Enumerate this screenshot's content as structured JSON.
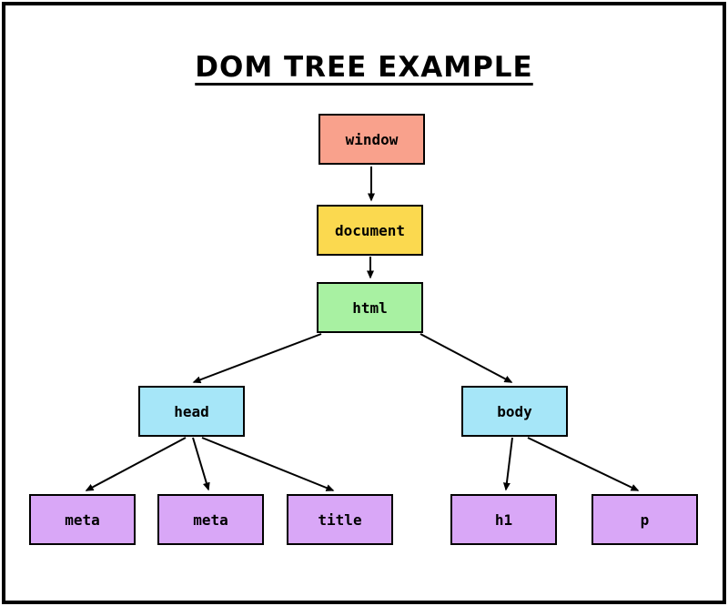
{
  "title": "DOM TREE EXAMPLE",
  "colors": {
    "window": "#F9A18C",
    "document": "#FBD94F",
    "html": "#A8F1A2",
    "head": "#A6E6F8",
    "body": "#A6E6F8",
    "leaf": "#D9A7F7",
    "line": "#000000",
    "background": "#FFFFFF"
  },
  "nodes": {
    "window": {
      "label": "window"
    },
    "document": {
      "label": "document"
    },
    "html": {
      "label": "html"
    },
    "head": {
      "label": "head"
    },
    "body": {
      "label": "body"
    },
    "meta1": {
      "label": "meta"
    },
    "meta2": {
      "label": "meta"
    },
    "title": {
      "label": "title"
    },
    "h1": {
      "label": "h1"
    },
    "p": {
      "label": "p"
    }
  }
}
